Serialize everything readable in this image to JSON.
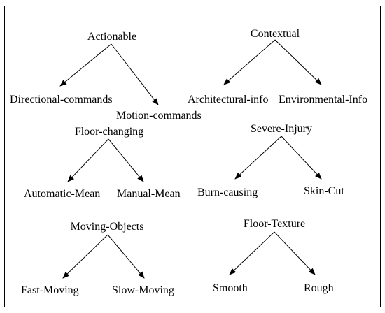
{
  "trees": [
    {
      "parent": "Actionable",
      "children": [
        "Directional-commands",
        "Motion-commands"
      ]
    },
    {
      "parent": "Contextual",
      "children": [
        "Architectural-info",
        "Environmental-Info"
      ]
    },
    {
      "parent": "Floor-changing",
      "children": [
        "Automatic-Mean",
        "Manual-Mean"
      ]
    },
    {
      "parent": "Severe-Injury",
      "children": [
        "Burn-causing",
        "Skin-Cut"
      ]
    },
    {
      "parent": "Moving-Objects",
      "children": [
        "Fast-Moving",
        "Slow-Moving"
      ]
    },
    {
      "parent": "Floor-Texture",
      "children": [
        "Smooth",
        "Rough"
      ]
    }
  ]
}
